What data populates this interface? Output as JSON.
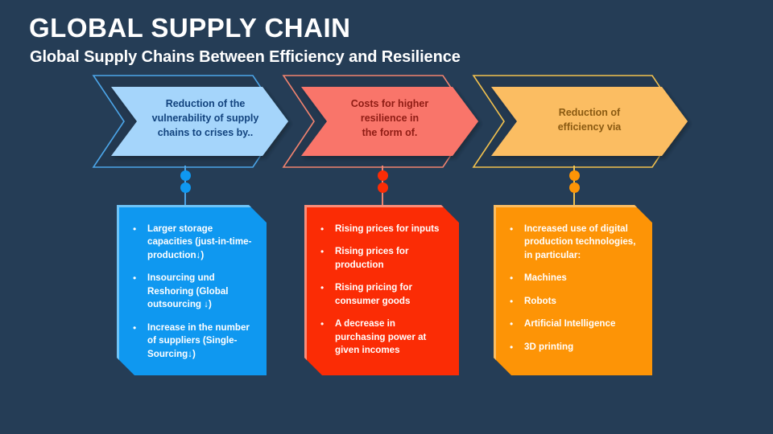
{
  "header": {
    "title": "GLOBAL SUPPLY CHAIN",
    "subtitle": "Global Supply Chains Between Efficiency and Resilience"
  },
  "colors": {
    "background": "#253d56",
    "blue_arrow_fill": "#a5d5fb",
    "blue_arrow_stroke": "#3b9ae1",
    "blue_arrow_text": "#12437e",
    "blue_card_fill": "#0f98f0",
    "blue_card_edge": "#6fc4f7",
    "red_arrow_fill": "#f9756a",
    "red_arrow_stroke": "#f0806f",
    "red_arrow_text": "#8f1c14",
    "red_card_fill": "#fb2c05",
    "red_card_edge": "#fa8d79",
    "orange_arrow_fill": "#fbbd62",
    "orange_arrow_stroke": "#f5c34f",
    "orange_arrow_text": "#8a5a12",
    "orange_card_fill": "#fd9406",
    "orange_card_edge": "#fbbd62",
    "bullet_text": "#ffffff"
  },
  "columns": [
    {
      "id": "blue",
      "arrow_label": "Reduction of the\nvulnerability of supply\nchains to crises by..",
      "arrow_lines": [
        "Reduction of the",
        "vulnerability of supply",
        "chains to crises by.."
      ],
      "bullet_glyph": "•",
      "items": [
        "Larger storage capacities (just-in-time-production↓)",
        "Insourcing und Reshoring (Global outsourcing ↓)",
        "Increase in the number of suppliers (Single-Sourcing↓)"
      ]
    },
    {
      "id": "red",
      "arrow_label": "Costs for higher\nresilience in\nthe form of.",
      "arrow_lines": [
        "Costs for higher",
        "resilience in",
        "the form of."
      ],
      "bullet_glyph": "•",
      "items": [
        "Rising prices for inputs",
        "Rising prices for production",
        "Rising pricing for consumer goods",
        "A decrease in purchasing power at given incomes"
      ]
    },
    {
      "id": "orange",
      "arrow_label": "Reduction of\nefficiency via",
      "arrow_lines": [
        "Reduction of",
        "efficiency via"
      ],
      "bullet_glyph": "•",
      "items": [
        "Increased use of digital production technologies, in particular:",
        "Machines",
        "Robots",
        "Artificial Intelligence",
        "3D printing"
      ]
    }
  ]
}
